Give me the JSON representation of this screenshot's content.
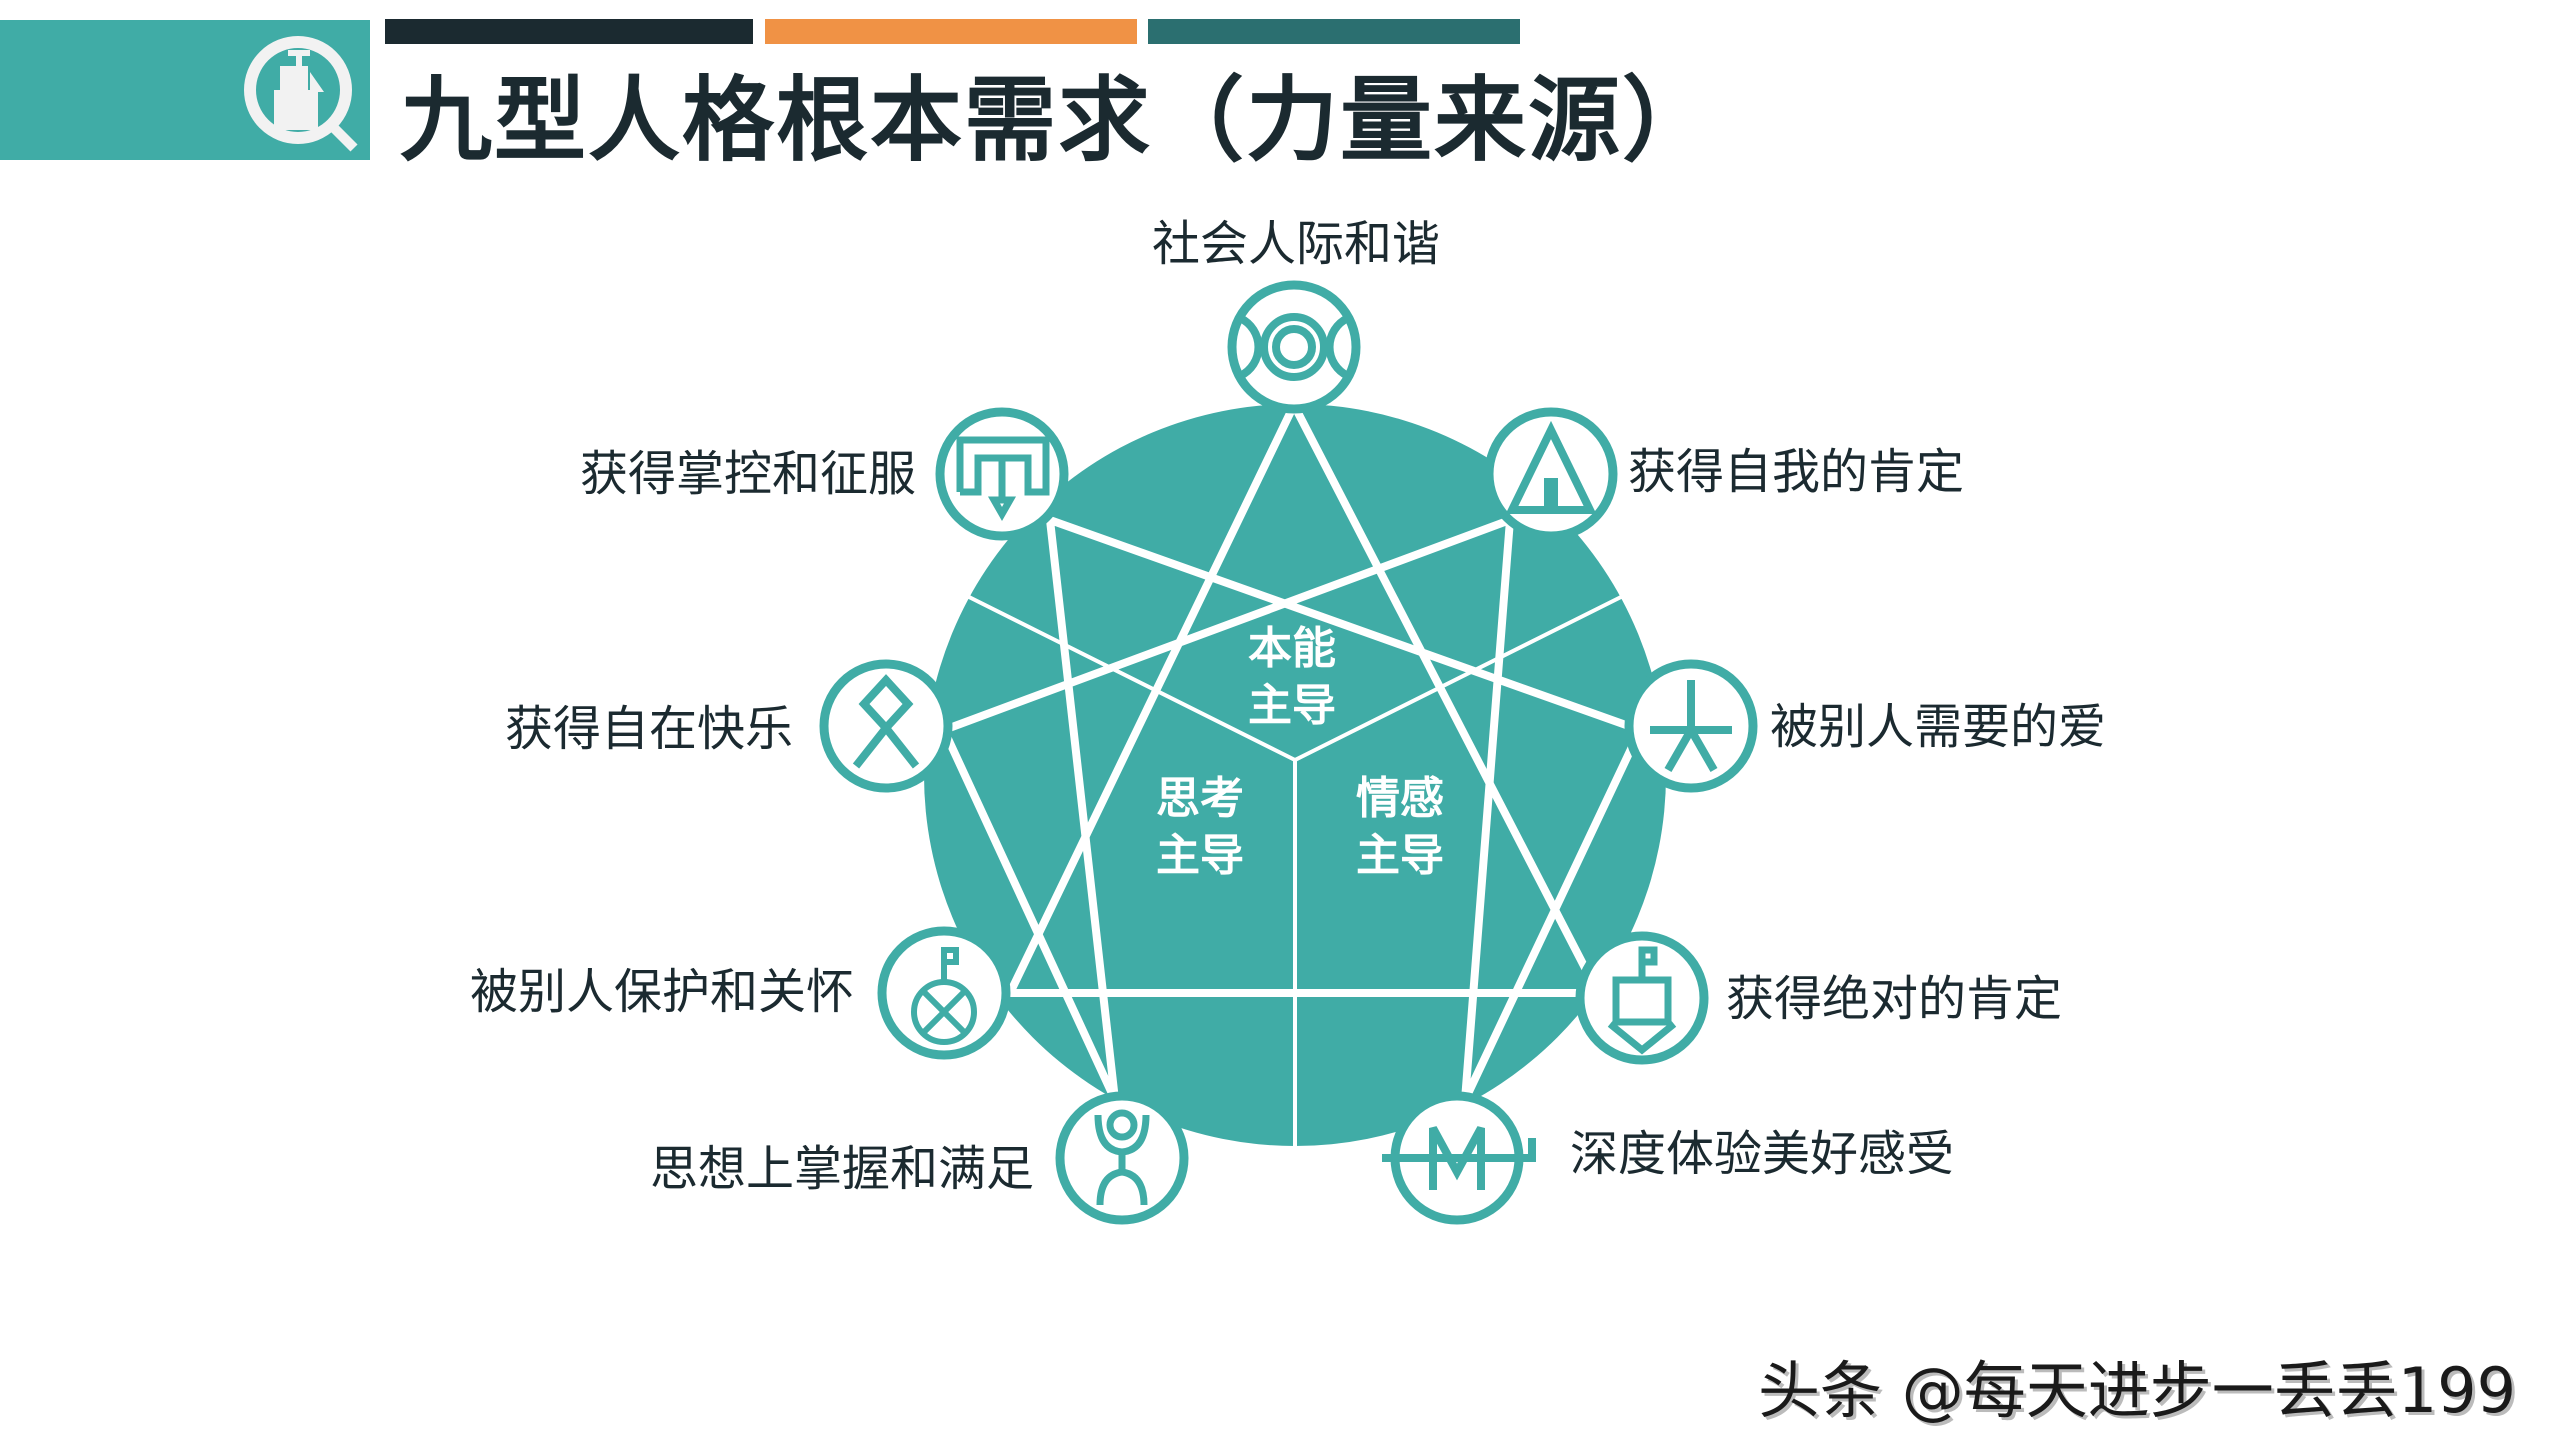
{
  "header": {
    "title": "九型人格根本需求（力量来源）",
    "logo_icon": "magnifier-person-icon",
    "bars": [
      {
        "name": "dark",
        "color": "#1b2a30"
      },
      {
        "name": "orange",
        "color": "#f09245"
      },
      {
        "name": "teal",
        "color": "#2b6f70"
      }
    ],
    "accent_color": "#40aca6"
  },
  "diagram": {
    "center_groups": {
      "instinct": [
        "本能",
        "主导"
      ],
      "thinking": [
        "思考",
        "主导"
      ],
      "feeling": [
        "情感",
        "主导"
      ]
    },
    "nodes": [
      {
        "position": "top",
        "icon": "interlocking-circles-icon",
        "label": "社会人际和谐"
      },
      {
        "position": "upper-right",
        "icon": "tent-triangle-icon",
        "label": "获得自我的肯定"
      },
      {
        "position": "right",
        "icon": "asterisk-person-icon",
        "label": "被别人需要的爱"
      },
      {
        "position": "lower-right",
        "icon": "flag-spinning-top-icon",
        "label": "获得绝对的肯定"
      },
      {
        "position": "bottom-right",
        "icon": "m-sigil-icon",
        "label": "深度体验美好感受"
      },
      {
        "position": "bottom-left",
        "icon": "raised-arms-figure-icon",
        "label": "思想上掌握和满足"
      },
      {
        "position": "lower-left",
        "icon": "flag-crossed-circle-icon",
        "label": "被别人保护和关怀"
      },
      {
        "position": "left",
        "icon": "othala-rune-icon",
        "label": "获得自在快乐"
      },
      {
        "position": "upper-left",
        "icon": "arch-arrow-icon",
        "label": "获得掌控和征服"
      }
    ]
  },
  "watermark": "头条 @每天进步一丢丢199"
}
